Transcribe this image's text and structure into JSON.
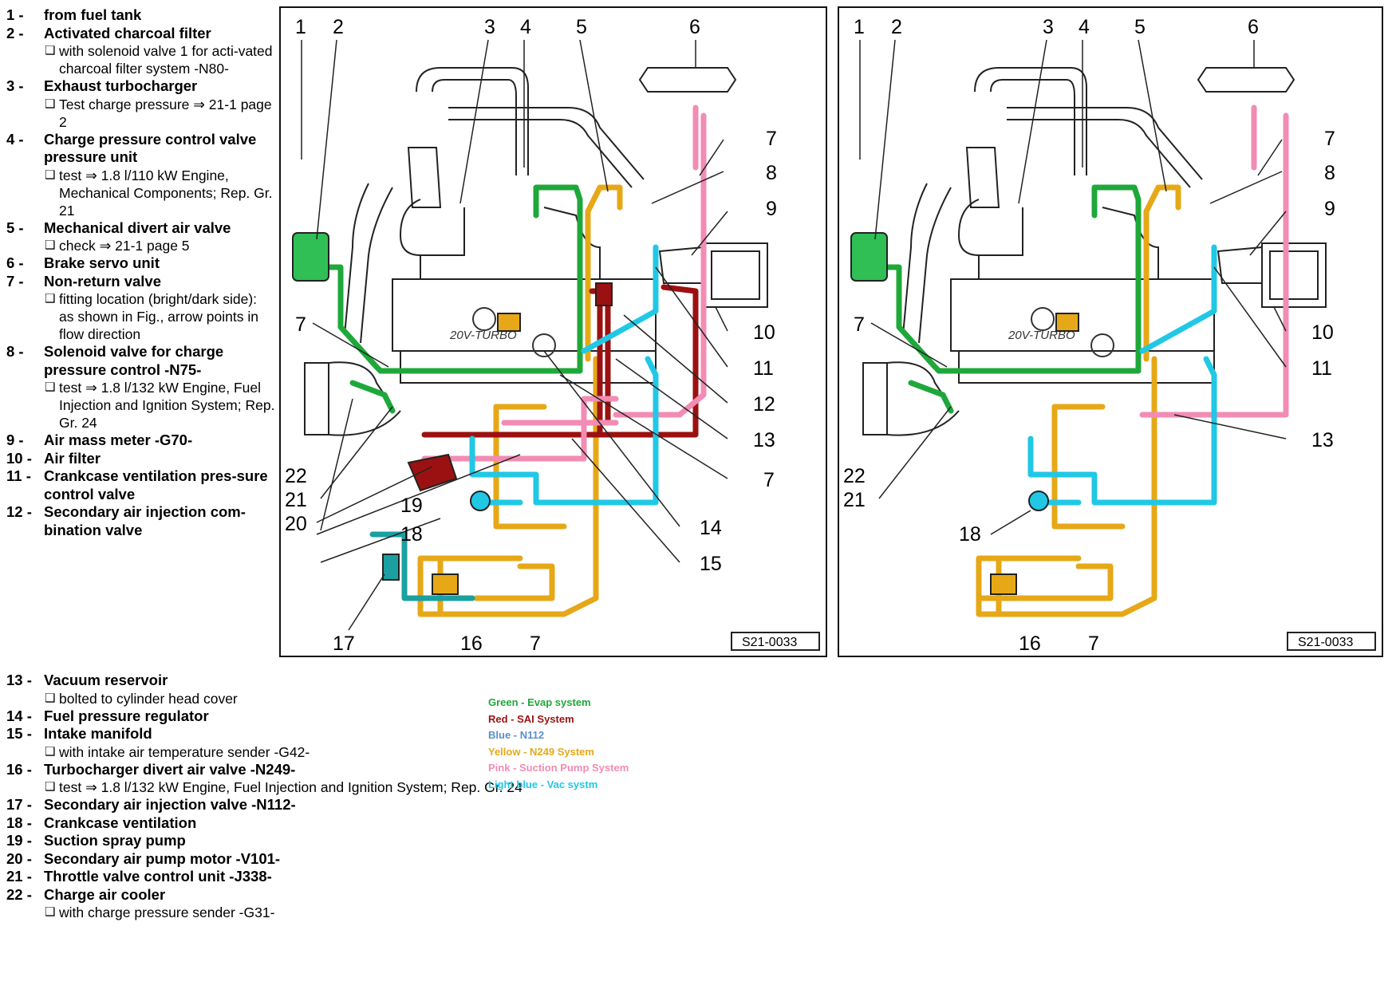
{
  "legend": [
    {
      "num": "1 -",
      "label": "from fuel tank",
      "notes": []
    },
    {
      "num": "2 -",
      "label": "Activated charcoal filter",
      "notes": [
        {
          "box": true,
          "text": "with solenoid valve 1 for acti-vated charcoal filter system -N80-"
        }
      ]
    },
    {
      "num": "3 -",
      "label": "Exhaust turbocharger",
      "notes": [
        {
          "box": true,
          "text": "Test charge pressure ⇒ 21-1 page 2"
        }
      ]
    },
    {
      "num": "4 -",
      "label": "Charge pressure control valve pressure unit",
      "notes": [
        {
          "box": true,
          "text": "test ⇒ 1.8 l/110 kW Engine, Mechanical Components; Rep. Gr. 21"
        }
      ]
    },
    {
      "num": "5 -",
      "label": "Mechanical divert air valve",
      "notes": [
        {
          "box": true,
          "text": "check ⇒ 21-1 page 5"
        }
      ]
    },
    {
      "num": "6 -",
      "label": "Brake servo unit",
      "notes": []
    },
    {
      "num": "7 -",
      "label": "Non-return valve",
      "notes": [
        {
          "box": true,
          "text": "fitting location (bright/dark side):"
        },
        {
          "box": false,
          "text": "as shown in Fig., arrow points in flow direction"
        }
      ]
    },
    {
      "num": "8 -",
      "label": "Solenoid valve for charge pressure control -N75-",
      "notes": [
        {
          "box": true,
          "text": "test ⇒ 1.8 l/132 kW Engine, Fuel Injection and Ignition System; Rep. Gr. 24"
        }
      ]
    },
    {
      "num": "9 -",
      "label": "Air mass meter -G70-",
      "notes": []
    },
    {
      "num": "10 -",
      "label": "Air filter",
      "notes": []
    },
    {
      "num": "11 -",
      "label": "Crankcase ventilation pres-sure control valve",
      "notes": []
    },
    {
      "num": "12 -",
      "label": "Secondary air injection com-bination valve",
      "notes": []
    }
  ],
  "legend_wide": [
    {
      "num": "13 -",
      "label": "Vacuum reservoir",
      "notes": [
        {
          "box": true,
          "text": "bolted to cylinder head cover"
        }
      ]
    },
    {
      "num": "14 -",
      "label": "Fuel pressure regulator",
      "notes": []
    },
    {
      "num": "15 -",
      "label": "Intake manifold",
      "notes": [
        {
          "box": true,
          "text": "with intake air temperature sender -G42-"
        }
      ]
    },
    {
      "num": "16 -",
      "label": "Turbocharger divert air valve -N249-",
      "notes": [
        {
          "box": true,
          "text": "test ⇒ 1.8 l/132 kW Engine, Fuel Injection and Ignition System; Rep. Gr. 24"
        }
      ]
    },
    {
      "num": "17 -",
      "label": "Secondary air injection valve -N112-",
      "notes": []
    },
    {
      "num": "18 -",
      "label": "Crankcase ventilation",
      "notes": []
    },
    {
      "num": "19 -",
      "label": "Suction spray pump",
      "notes": []
    },
    {
      "num": "20 -",
      "label": "Secondary air pump motor -V101-",
      "notes": []
    },
    {
      "num": "21 -",
      "label": "Throttle valve control unit -J338-",
      "notes": []
    },
    {
      "num": "22 -",
      "label": "Charge air cooler",
      "notes": [
        {
          "box": true,
          "text": "with charge pressure sender -G31-"
        }
      ]
    }
  ],
  "color_key": [
    {
      "text": "Green - Evap system",
      "color": "#1fa83a"
    },
    {
      "text": "Red - SAI System",
      "color": "#9b1111"
    },
    {
      "text": "Blue - N112",
      "color": "#5a8fc8"
    },
    {
      "text": "Yellow - N249 System",
      "color": "#e6a817"
    },
    {
      "text": "Pink - Suction Pump System",
      "color": "#f28cb4"
    },
    {
      "text": "Light blue - Vac systm",
      "color": "#20c8e6"
    }
  ],
  "left_diagram": {
    "labels_top": [
      "1",
      "2",
      "3",
      "4",
      "5",
      "6"
    ],
    "labels_right": [
      "7",
      "8",
      "9",
      "10",
      "11",
      "12",
      "13",
      "7",
      "14",
      "15"
    ],
    "labels_left": [
      "7",
      "22",
      "21",
      "20",
      "19",
      "18"
    ],
    "labels_bottom": [
      "17",
      "16",
      "7"
    ],
    "code": "S21-0033",
    "engine_text": "20V-TURBO"
  },
  "right_diagram": {
    "labels_top": [
      "1",
      "2",
      "3",
      "4",
      "5",
      "6"
    ],
    "labels_right": [
      "7",
      "8",
      "9",
      "10",
      "11",
      "13"
    ],
    "labels_left": [
      "7",
      "22",
      "21",
      "18"
    ],
    "labels_bottom": [
      "16",
      "7"
    ],
    "code": "S21-0033",
    "engine_text": "20V-TURBO"
  }
}
